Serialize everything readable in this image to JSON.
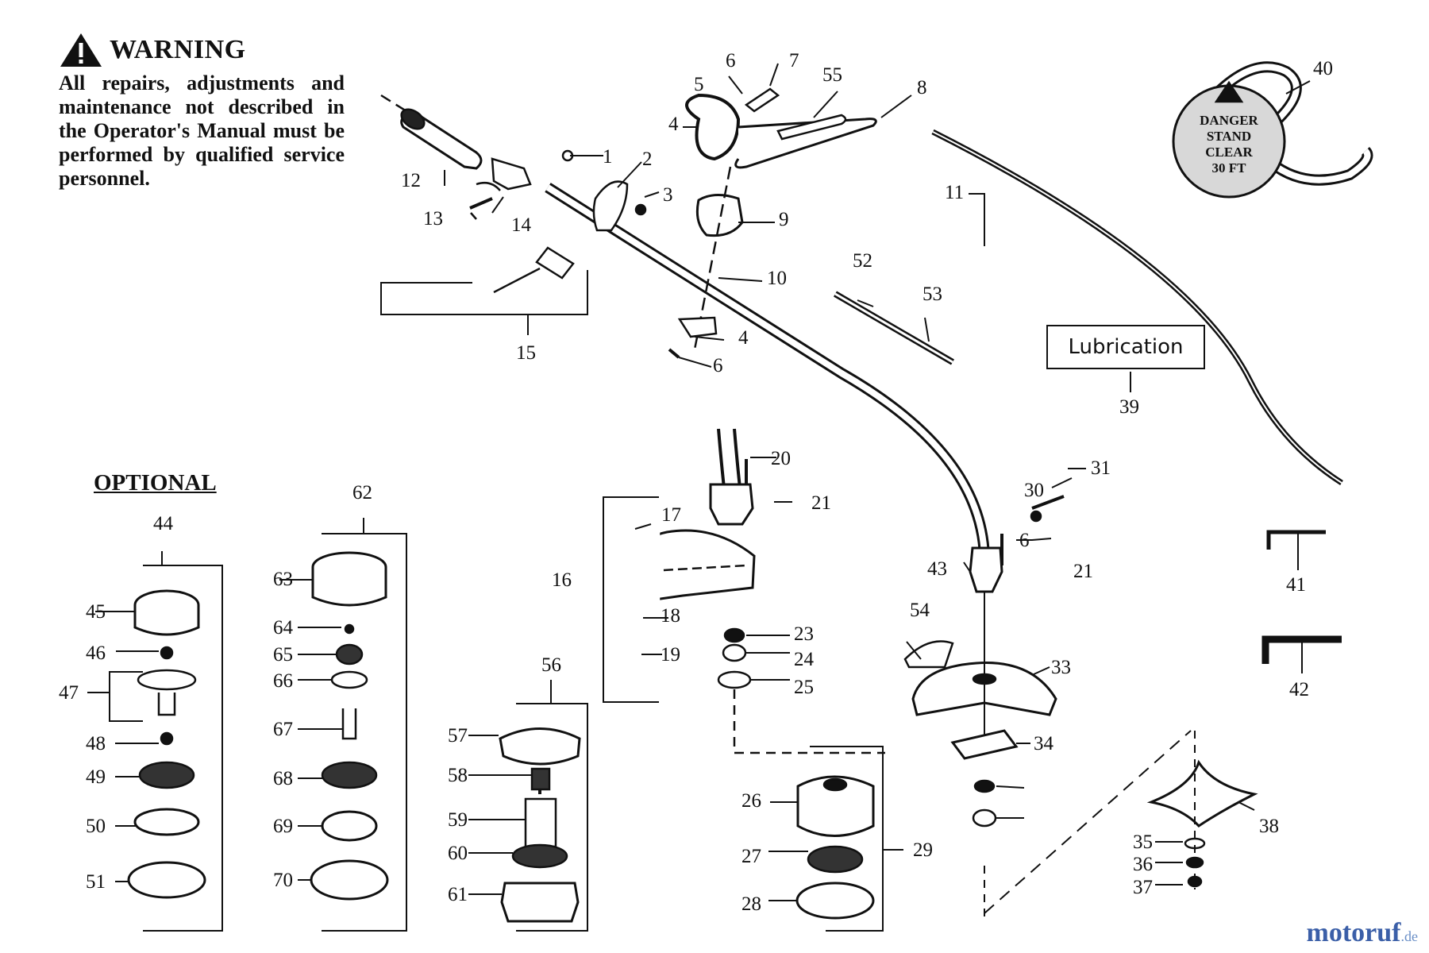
{
  "warning": {
    "title": "WARNING",
    "body": "All repairs, adjustments and maintenance not described in the Operator's Manual must be performed by qualified service personnel."
  },
  "optional_label": "OPTIONAL",
  "lubrication_label": "Lubrication",
  "danger_decal": [
    "DANGER",
    "STAND",
    "CLEAR",
    "30 FT"
  ],
  "watermark": {
    "main": "motoruf",
    "tld": ".de"
  },
  "part_numbers": [
    "1",
    "2",
    "3",
    "4",
    "5",
    "6",
    "7",
    "8",
    "9",
    "10",
    "11",
    "12",
    "13",
    "14",
    "15",
    "16",
    "17",
    "18",
    "19",
    "20",
    "21",
    "23",
    "24",
    "25",
    "26",
    "27",
    "28",
    "29",
    "30",
    "31",
    "33",
    "34",
    "35",
    "36",
    "37",
    "38",
    "39",
    "40",
    "41",
    "42",
    "43",
    "44",
    "45",
    "46",
    "47",
    "48",
    "49",
    "50",
    "51",
    "52",
    "53",
    "54",
    "55",
    "56",
    "57",
    "58",
    "59",
    "60",
    "61",
    "62",
    "63",
    "64",
    "65",
    "66",
    "67",
    "68",
    "69",
    "70"
  ]
}
